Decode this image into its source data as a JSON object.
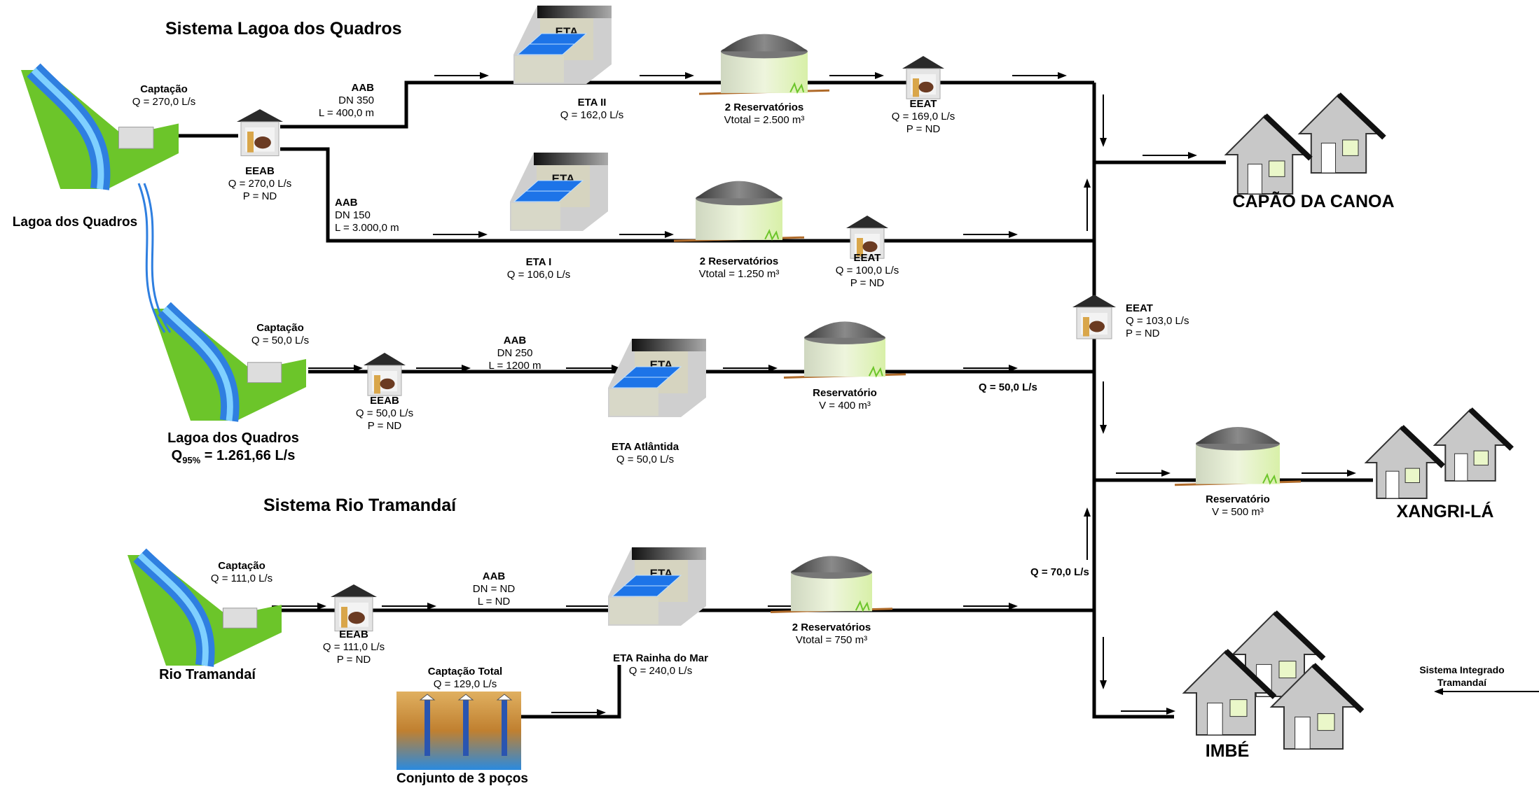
{
  "titles": {
    "lagoa": "Sistema Lagoa dos Quadros",
    "tramandai": "Sistema Rio Tramandaí"
  },
  "eta_tag": "ETA",
  "sources": {
    "lagoa_name": "Lagoa dos Quadros",
    "lagoa2_name": "Lagoa dos Quadros",
    "q95_prefix": "Q",
    "q95_sub": "95%",
    "q95_value": " = 1.261,66 L/s",
    "rio_name": "Rio Tramandaí",
    "pocos_name": "Conjunto de 3 poços"
  },
  "captacao1": {
    "title": "Captação",
    "q": "Q = 270,0 L/s"
  },
  "captacao2": {
    "title": "Captação",
    "q": "Q = 50,0 L/s"
  },
  "captacao3": {
    "title": "Captação",
    "q": "Q = 111,0 L/s"
  },
  "captacao_total": {
    "title": "Captação Total",
    "q": "Q = 129,0 L/s"
  },
  "eeab1": {
    "title": "EEAB",
    "q": "Q = 270,0 L/s",
    "p": "P = ND"
  },
  "eeab2": {
    "title": "EEAB",
    "q": "Q = 50,0 L/s",
    "p": "P = ND"
  },
  "eeab3": {
    "title": "EEAB",
    "q": "Q = 111,0 L/s",
    "p": "P = ND"
  },
  "aab1": {
    "title": "AAB",
    "dn": "DN 350",
    "l": "L = 400,0 m"
  },
  "aab2": {
    "title": "AAB",
    "dn": "DN 150",
    "l": "L = 3.000,0 m"
  },
  "aab3": {
    "title": "AAB",
    "dn": "DN 250",
    "l": "L = 1200 m"
  },
  "aab4": {
    "title": "AAB",
    "dn": "DN = ND",
    "l": "L = ND"
  },
  "eta2": {
    "title": "ETA II",
    "q": "Q = 162,0 L/s"
  },
  "eta1": {
    "title": "ETA I",
    "q": "Q = 106,0 L/s"
  },
  "eta_atl": {
    "title": "ETA Atlântida",
    "q": "Q = 50,0 L/s"
  },
  "eta_rm": {
    "title": "ETA Rainha do Mar",
    "q": "Q = 240,0 L/s"
  },
  "res1": {
    "title": "2 Reservatórios",
    "v": "Vtotal = 2.500 m³"
  },
  "res2": {
    "title": "2 Reservatórios",
    "v": "Vtotal = 1.250 m³"
  },
  "res3": {
    "title": "Reservatório",
    "v": "V = 400 m³"
  },
  "res4": {
    "title": "2 Reservatórios",
    "v": "Vtotal = 750 m³"
  },
  "res5": {
    "title": "Reservatório",
    "v": "V = 500 m³"
  },
  "eeat1": {
    "title": "EEAT",
    "q": "Q = 169,0 L/s",
    "p": "P = ND"
  },
  "eeat2": {
    "title": "EEAT",
    "q": "Q = 100,0 L/s",
    "p": "P = ND"
  },
  "eeat3": {
    "title": "EEAT",
    "q": "Q = 103,0 L/s",
    "p": "P = ND"
  },
  "flows": {
    "q50": "Q = 50,0 L/s",
    "q70": "Q = 70,0 L/s"
  },
  "cities": {
    "capao": "CAPÃO DA CANOA",
    "xangri": "XANGRI-LÁ",
    "imbe": "IMBÉ"
  },
  "integrado": {
    "line1": "Sistema Integrado",
    "line2": "Tramandaí"
  },
  "colors": {
    "water": "#2f7fe0",
    "grass": "#6cc52a",
    "pipe": "#000000",
    "roof": "#2a2a2a",
    "wall": "#c8c8c8"
  }
}
